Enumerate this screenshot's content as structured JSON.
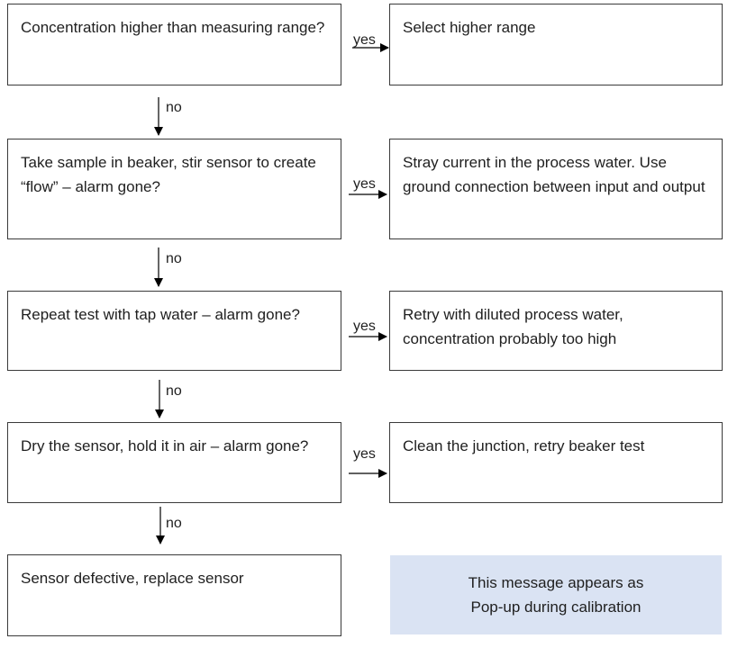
{
  "questions": [
    {
      "text": "Concentration higher than measuring range?"
    },
    {
      "text": "Take sample in beaker, stir sensor to create “flow” – alarm gone?"
    },
    {
      "text": "Repeat test with tap water – alarm gone?"
    },
    {
      "text": "Dry the sensor, hold it in air – alarm gone?"
    },
    {
      "text": "Sensor defective, replace sensor"
    }
  ],
  "actions": [
    {
      "text": "Select higher range"
    },
    {
      "text": "Stray current in the process water. Use ground connection between input and output"
    },
    {
      "text": "Retry with diluted process water, concentration probably too high"
    },
    {
      "text": "Clean the junction, retry beaker test"
    }
  ],
  "yes_label": "yes",
  "no_label": "no",
  "note": {
    "line1": "This message appears as",
    "line2": "Pop-up during calibration",
    "background": "#dae3f3"
  }
}
